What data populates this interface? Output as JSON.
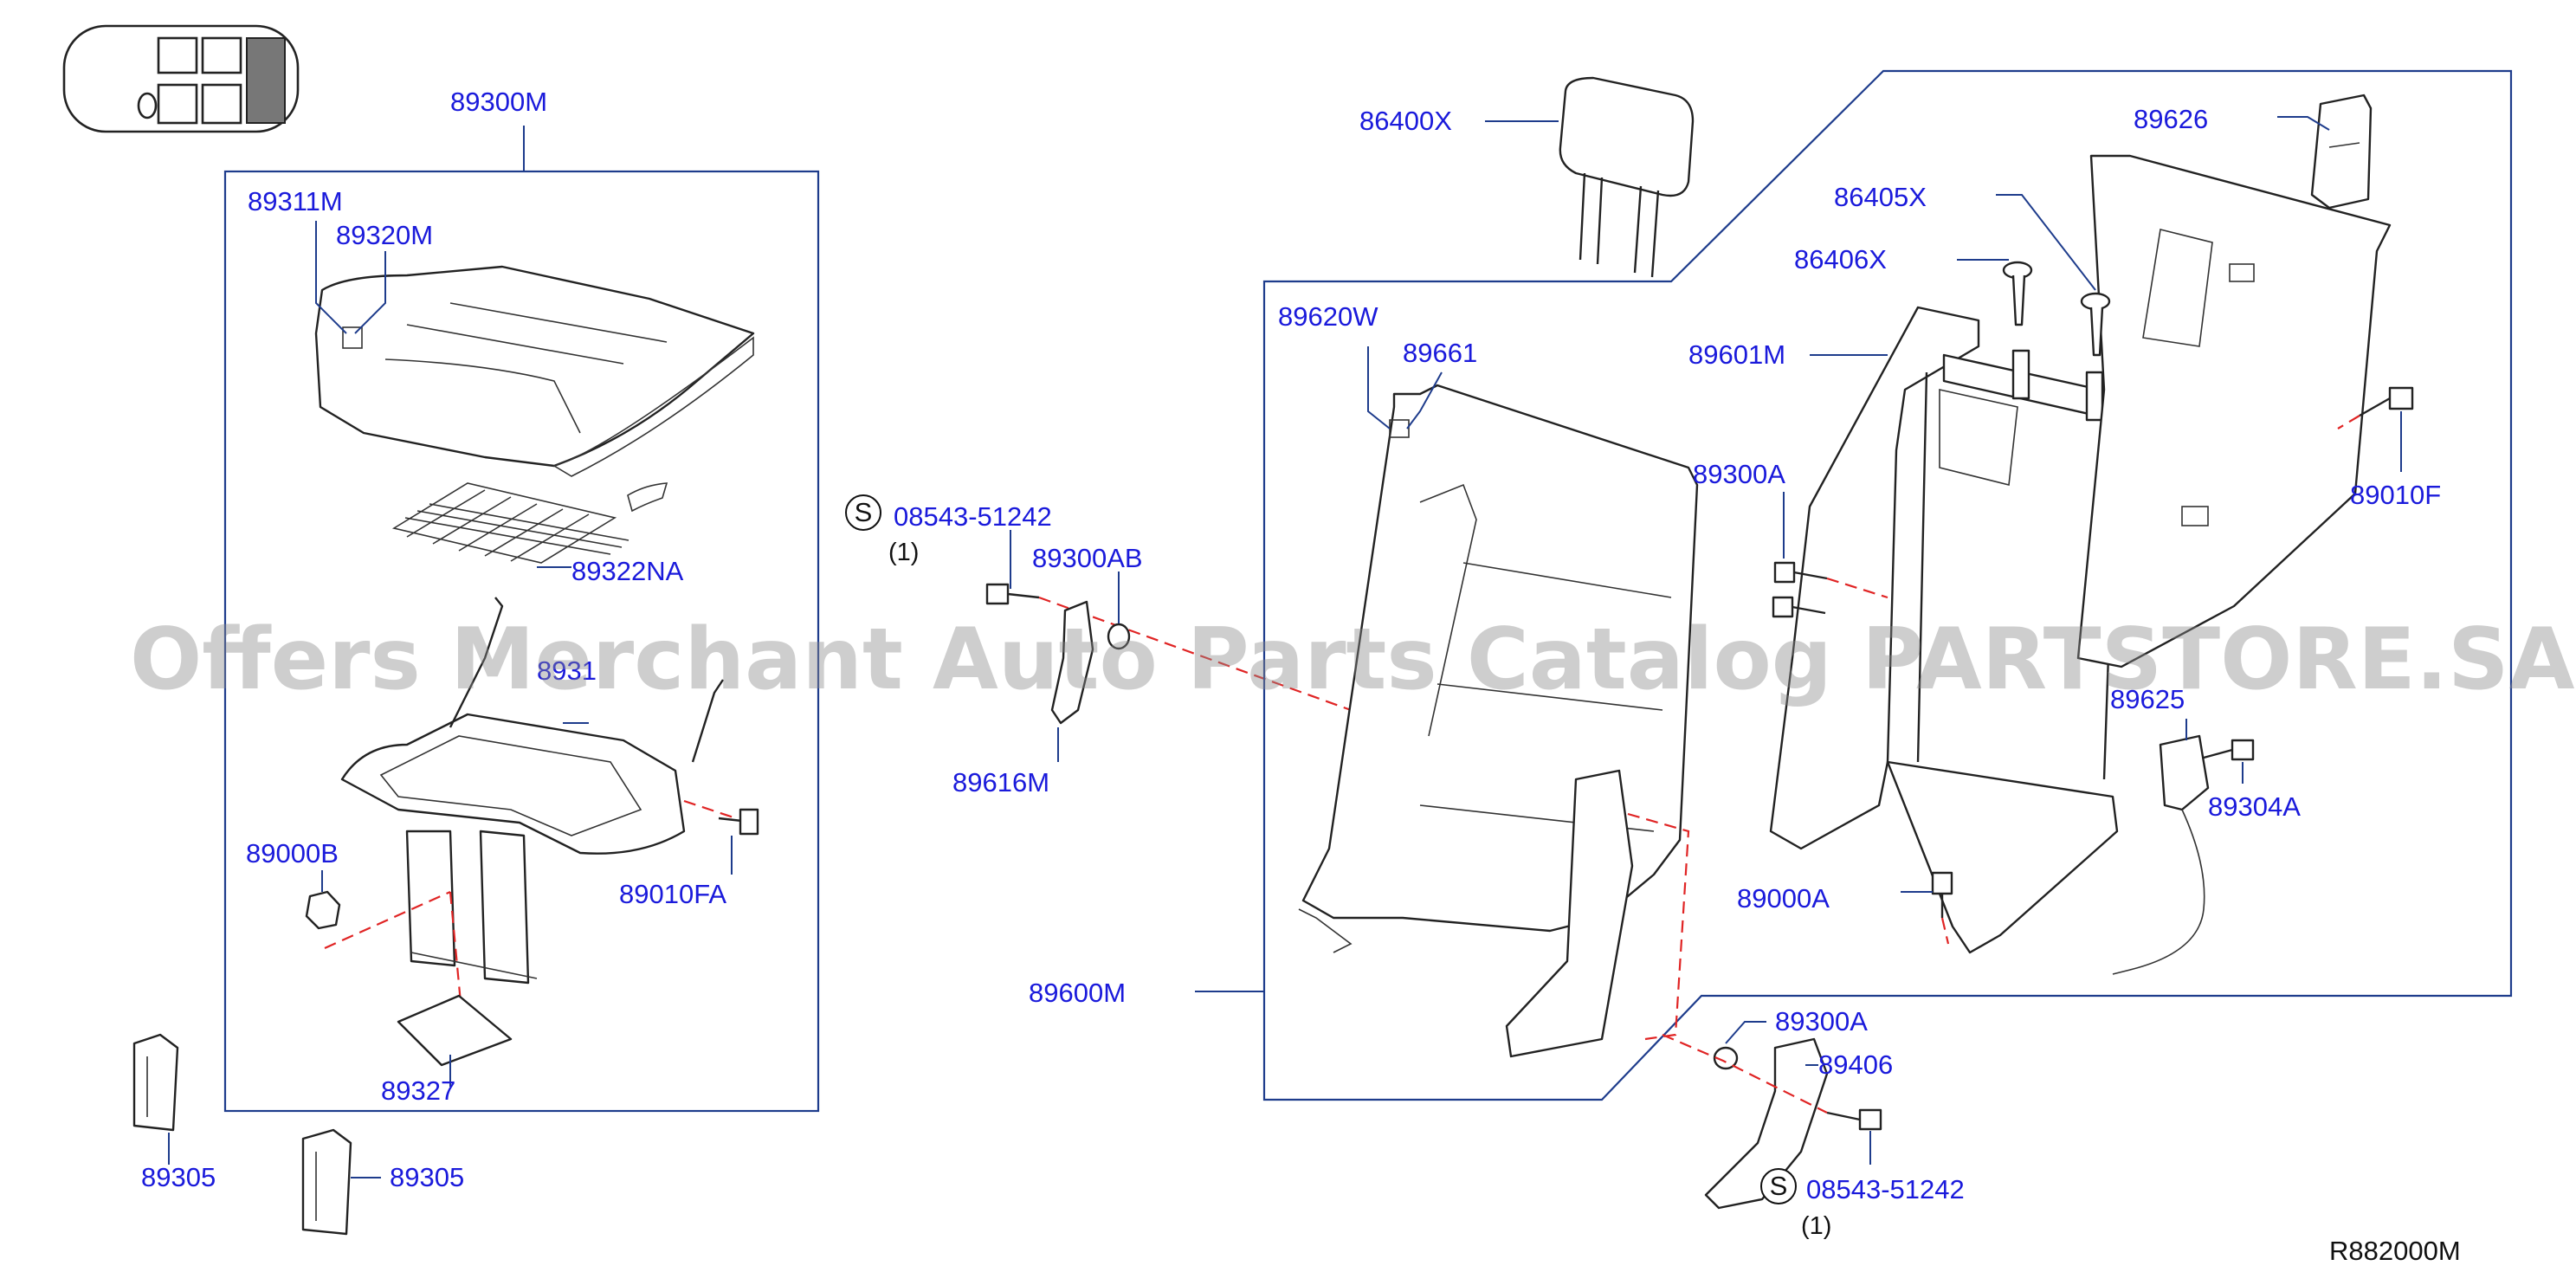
{
  "diagram": {
    "reference_code": "R882000M",
    "watermark": "Offers Merchant Auto Parts Catalog PARTSTORE.SA",
    "parts": [
      {
        "id": "89300M",
        "label": "89300M"
      },
      {
        "id": "89311M",
        "label": "89311M"
      },
      {
        "id": "89320M",
        "label": "89320M"
      },
      {
        "id": "89322NA",
        "label": "89322NA"
      },
      {
        "id": "8931x",
        "label": "8931"
      },
      {
        "id": "89000B",
        "label": "89000B"
      },
      {
        "id": "89010FA",
        "label": "89010FA"
      },
      {
        "id": "89327",
        "label": "89327"
      },
      {
        "id": "89305a",
        "label": "89305"
      },
      {
        "id": "89305b",
        "label": "89305"
      },
      {
        "id": "08543-51242a",
        "label": "08543-51242"
      },
      {
        "id": "89300AB",
        "label": "89300AB"
      },
      {
        "id": "89616M",
        "label": "89616M"
      },
      {
        "id": "86400X",
        "label": "86400X"
      },
      {
        "id": "89620W",
        "label": "89620W"
      },
      {
        "id": "89661",
        "label": "89661"
      },
      {
        "id": "89600M",
        "label": "89600M"
      },
      {
        "id": "89626",
        "label": "89626"
      },
      {
        "id": "86405X",
        "label": "86405X"
      },
      {
        "id": "86406X",
        "label": "86406X"
      },
      {
        "id": "89601M",
        "label": "89601M"
      },
      {
        "id": "89300Aa",
        "label": "89300A"
      },
      {
        "id": "89010F",
        "label": "89010F"
      },
      {
        "id": "89625",
        "label": "89625"
      },
      {
        "id": "89304A",
        "label": "89304A"
      },
      {
        "id": "89000A",
        "label": "89000A"
      },
      {
        "id": "89300Ab",
        "label": "89300A"
      },
      {
        "id": "89406",
        "label": "89406"
      },
      {
        "id": "08543-51242b",
        "label": "08543-51242"
      }
    ],
    "quantities": [
      {
        "for": "08543-51242a",
        "text": "(1)"
      },
      {
        "for": "08543-51242b",
        "text": "(1)"
      }
    ],
    "standard_part_mark": "S"
  },
  "colors": {
    "label": "#1a1adb",
    "leader": "#1e3c8c",
    "dash": "#e02424",
    "outline": "#222222"
  }
}
